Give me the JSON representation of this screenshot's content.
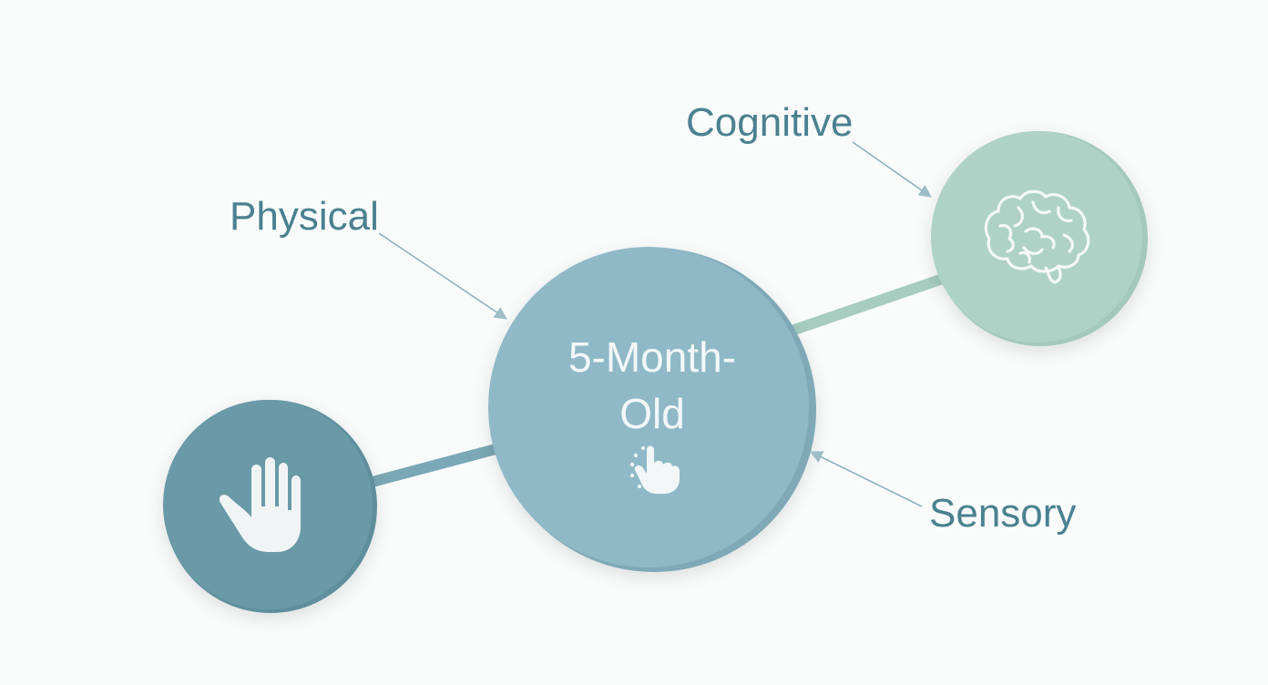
{
  "diagram": {
    "center": {
      "line1": "5-Month-",
      "line2": "Old",
      "icon": "pointing-hand-icon"
    },
    "labels": {
      "physical": "Physical",
      "cognitive": "Cognitive",
      "sensory": "Sensory"
    },
    "nodes": {
      "physical_icon": "hand-icon",
      "cognitive_icon": "brain-icon"
    },
    "colors": {
      "background": "#fafcfc",
      "center_fill": "#8fb9c7",
      "physical_fill": "#6a9aa8",
      "cognitive_fill": "#afd2c6",
      "label_text": "#4a8190",
      "connector_physical": "#7ba8b6",
      "connector_cognitive": "#a6cdbf",
      "arrow": "#8eb1bc",
      "icon_fill": "#f1f4f5"
    }
  }
}
